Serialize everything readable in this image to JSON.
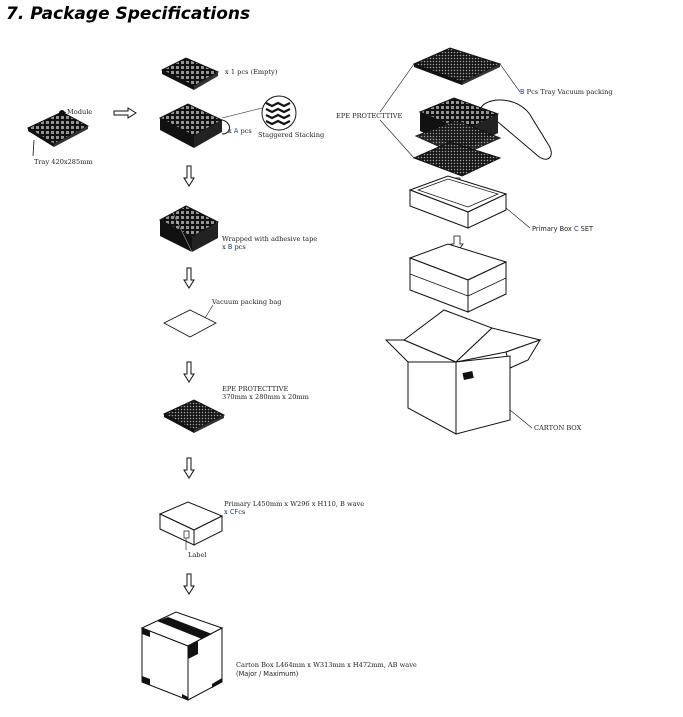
{
  "title": "7. Package Specifications",
  "colors": {
    "ink": "#111111",
    "accent": "#1f3fb0"
  },
  "labels": {
    "module": "Module",
    "tray": "Tray 420x285mm",
    "x1_empty": "x 1 pcs (Empty)",
    "xA_prefix": "x ",
    "xA_var": "A",
    "xA_suffix": " pcs",
    "staggered": "Staggered Stacking",
    "wrapped": "Wrapped with adhesive tape",
    "xB_prefix": "x ",
    "xB_var": "B",
    "xB_suffix": " pcs",
    "vacuum_bag": "Vacuum packing bag",
    "epe1_l1": "EPE PROTECTTIVE",
    "epe1_l2": "370mm x 280mm x 20mm",
    "primary_l1": "Primary L450mm x W296 x H110, B wave",
    "primary_l2_prefix": "x ",
    "primary_l2_var": "CF",
    "primary_l2_suffix": "cs",
    "label": "Label",
    "carton_l1": "Carton Box L464mm x W313mm x H472mm, AB wave",
    "carton_l2": "(Major / Maximum)",
    "right_tray_var": "B",
    "right_tray_suffix": " Pcs Tray Vacuum packing",
    "right_epe": "EPE PROTECTTIVE",
    "right_primary_prefix": "Primary Box ",
    "right_primary_var": "C",
    "right_primary_suffix": " SET",
    "right_carton": "CARTON BOX"
  }
}
